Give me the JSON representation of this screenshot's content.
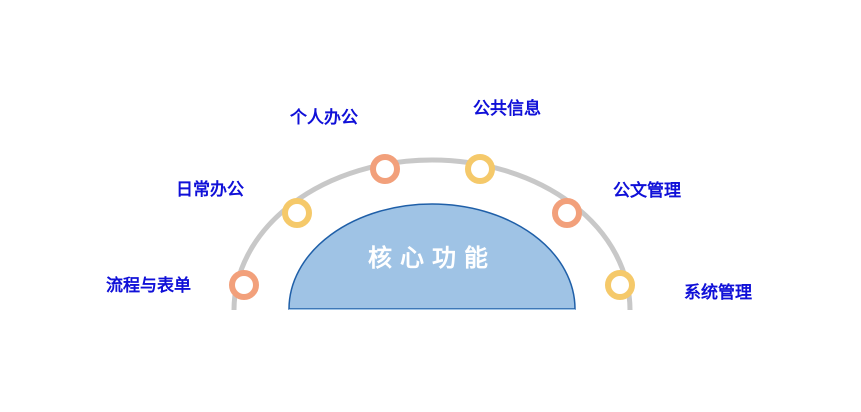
{
  "center": {
    "label": "核心功能",
    "fill_color": "#9fc3e5",
    "stroke_color": "#1f5fa8"
  },
  "arc": {
    "color": "#c8c8c8"
  },
  "nodes": [
    {
      "label": "流程与表单",
      "ring_color": "#f2a07b"
    },
    {
      "label": "日常办公",
      "ring_color": "#f5c96a"
    },
    {
      "label": "个人办公",
      "ring_color": "#f2a07b"
    },
    {
      "label": "公共信息",
      "ring_color": "#f5c96a"
    },
    {
      "label": "公文管理",
      "ring_color": "#f2a07b"
    },
    {
      "label": "系统管理",
      "ring_color": "#f5c96a"
    }
  ],
  "label_color": "#1010d8"
}
